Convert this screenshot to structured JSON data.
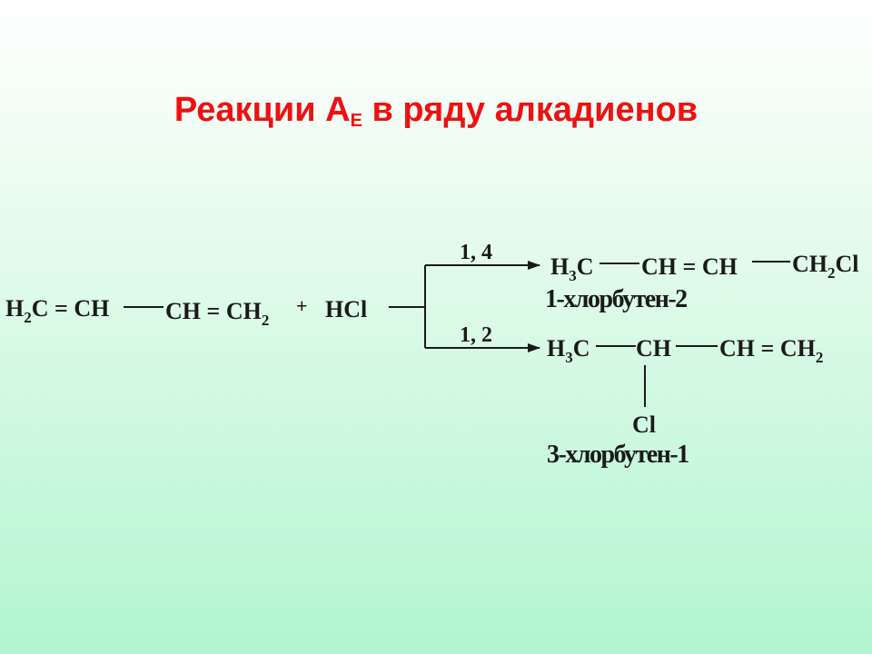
{
  "title": {
    "main": "Реакции A",
    "sub": "E",
    "rest": " в ряду алкадиенов"
  },
  "reactant": {
    "part1": {
      "a": "H",
      "sub": "2",
      "b": "C = CH"
    },
    "part2": {
      "a": "CH = CH",
      "sub": "2"
    },
    "plus": "+",
    "reagent": "HCl"
  },
  "route_14": {
    "label": "1, 4",
    "g1": {
      "a": "H",
      "sub": "3",
      "b": "C"
    },
    "g2": "CH = CH",
    "g3": {
      "a": "CH",
      "sub": "2",
      "b": "Cl"
    },
    "name": "1-хлорбутен-2"
  },
  "route_12": {
    "label": "1, 2",
    "g1": {
      "a": "H",
      "sub": "3",
      "b": "C"
    },
    "g2": "CH",
    "g3": {
      "a": "CH = CH",
      "sub": "2"
    },
    "substituent": "Cl",
    "name": "3-хлорбутен-1"
  },
  "colors": {
    "title": "#ee1111",
    "text": "#1a1a1a"
  }
}
